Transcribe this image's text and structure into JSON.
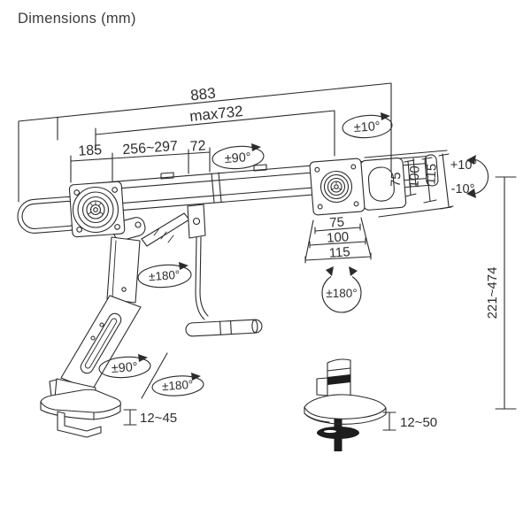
{
  "title": "Dimensions (mm)",
  "dimensions": {
    "overall_width": "883",
    "max_width": "max732",
    "head_width": "185",
    "arm_reach": "256~297",
    "link": "72",
    "vesa": [
      "75",
      "100",
      "115"
    ],
    "height_range": "221~474",
    "clamp_thickness": "12~45",
    "grommet_thickness": "12~50"
  },
  "angles": {
    "crossbar_swivel": "±90°",
    "head_swivel": "±10°",
    "tilt_up": "+10°",
    "tilt_down": "-10°",
    "vesa_rotate": "±180°",
    "arm_swivel": "±180°",
    "base_swivel": "±90°",
    "base_rotate": "±180°"
  }
}
